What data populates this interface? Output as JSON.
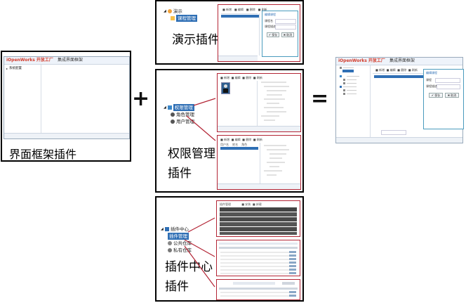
{
  "frame_window": {
    "brand": "iOpenWorks 开放工厂",
    "subtitle": "集成界面框架",
    "tree_item": "系统配置"
  },
  "plus": "+",
  "equals": "=",
  "labels": {
    "frame_plugin": "界面框架插件",
    "demo_plugin": "演示插件",
    "perm_plugin_line1": "权限管理",
    "perm_plugin_line2": "插件",
    "center_plugin_line1": "插件中心",
    "center_plugin_line2": "插件"
  },
  "demo_tree": {
    "root": "演示",
    "child": "课程管理"
  },
  "perm_tree": {
    "root": "权限管理",
    "child1": "角色管理",
    "child2": "用户管理"
  },
  "center_tree": {
    "root": "插件中心",
    "child1": "插件管理",
    "child2": "公共仓库",
    "child3": "私有仓库"
  },
  "result_window": {
    "brand": "iOpenWorks 开放工厂",
    "subtitle": "集成界面框架",
    "dialog_title": "编辑课程"
  },
  "colors": {
    "accent_red": "#b32535",
    "selection_blue": "#2f6fb5",
    "brand_red": "#d23a2a"
  }
}
